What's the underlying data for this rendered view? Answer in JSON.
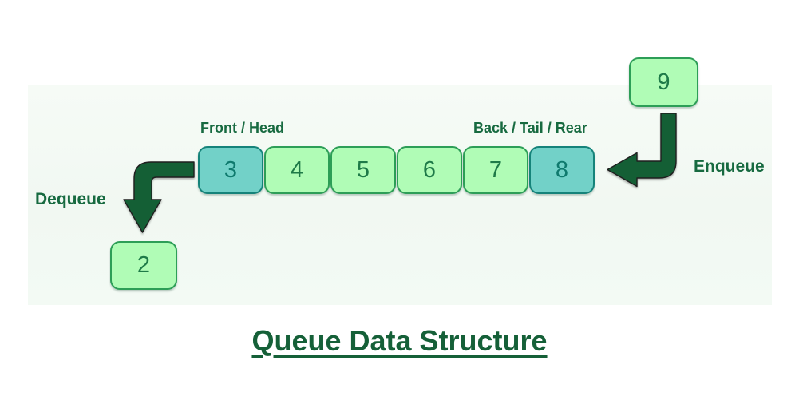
{
  "title": {
    "text": "Queue Data Structure"
  },
  "labels": {
    "front": "Front / Head",
    "back": "Back / Tail / Rear",
    "dequeue": "Dequeue",
    "enqueue": "Enqueue"
  },
  "queue": {
    "items": [
      {
        "value": "3",
        "state": "front-highlight"
      },
      {
        "value": "4",
        "state": "normal"
      },
      {
        "value": "5",
        "state": "normal"
      },
      {
        "value": "6",
        "state": "normal"
      },
      {
        "value": "7",
        "state": "normal"
      },
      {
        "value": "8",
        "state": "rear-highlight"
      }
    ]
  },
  "incoming_item": {
    "value": "9",
    "operation": "enqueue"
  },
  "removed_item": {
    "value": "2",
    "operation": "dequeue"
  },
  "colors": {
    "accent_dark_green": "#156038",
    "label_green": "#176a40",
    "arrow_fill": "#145f35",
    "cell_green_fill": "#b0fcb6",
    "cell_green_border": "#2d9e57",
    "cell_teal_fill": "#72d1c8",
    "cell_teal_border": "#15837a",
    "band_background": "#f2f9f3"
  }
}
